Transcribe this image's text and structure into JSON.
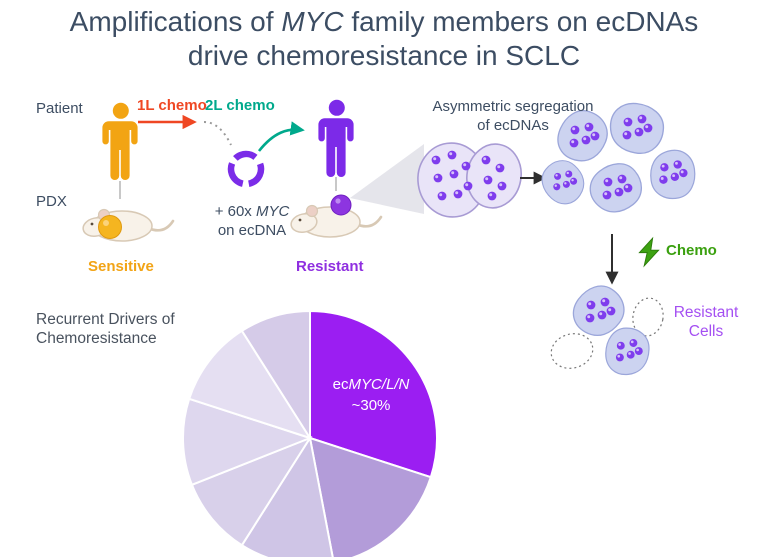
{
  "title": {
    "line1_pre": "Amplifications of ",
    "line1_italic": "MYC",
    "line1_post": " family members on ecDNAs",
    "line2": "drive chemoresistance in SCLC"
  },
  "workflow": {
    "patient_label": "Patient",
    "pdx_label": "PDX",
    "first_line_chemo": "1L chemo",
    "second_line_chemo": "2L chemo",
    "myc_pre": "+ 60x ",
    "myc_italic": "MYC",
    "myc_line2": "on ecDNA",
    "sensitive_label": "Sensitive",
    "resistant_label": "Resistant"
  },
  "segregation": {
    "title_line1": "Asymmetric segregation",
    "title_line2": "of ecDNAs",
    "chemo_label": "Chemo",
    "resistant_line1": "Resistant",
    "resistant_line2": "Cells"
  },
  "pie_section": {
    "title_line1": "Recurrent Drivers of",
    "title_line2": "Chemoresistance",
    "slice_label_pre": "ec",
    "slice_label_italic": "MYC/L/N",
    "slice_value": "~30%"
  },
  "chart_data": {
    "type": "pie",
    "title": "Recurrent Drivers of Chemoresistance",
    "legend_position": "none",
    "start_angle_deg": 0,
    "direction": "clockwise",
    "segments": [
      {
        "label": "ecMYC/L/N ~30%",
        "value": 30,
        "color": "#9b1ef2",
        "text_color": "#ffffff"
      },
      {
        "label": "",
        "value": 17,
        "color": "#b39cd9"
      },
      {
        "label": "",
        "value": 12,
        "color": "#cfc5e6"
      },
      {
        "label": "",
        "value": 10,
        "color": "#d8d0ea"
      },
      {
        "label": "",
        "value": 11,
        "color": "#ded7ee"
      },
      {
        "label": "",
        "value": 11,
        "color": "#e5dff2"
      },
      {
        "label": "",
        "value": 9,
        "color": "#d5cbe8"
      }
    ]
  },
  "colors": {
    "title_text": "#3c4d63",
    "sensitive_orange": "#f2a416",
    "resistant_purple": "#8f2fe0",
    "chemo_1l_red": "#ef4723",
    "chemo_2l_teal": "#00a98c",
    "chemo_green": "#3aa00f",
    "ecdna_purple": "#7b2ce8",
    "cell_fill": "#ccd3f0"
  },
  "icons": {
    "patient-icon": "person-silhouette",
    "pdx-mouse-icon": "mouse-silhouette",
    "ecdna-icon": "purple-ring",
    "lightning-icon": "⚡",
    "cell-icon": "blob-with-ecdna-dots"
  }
}
